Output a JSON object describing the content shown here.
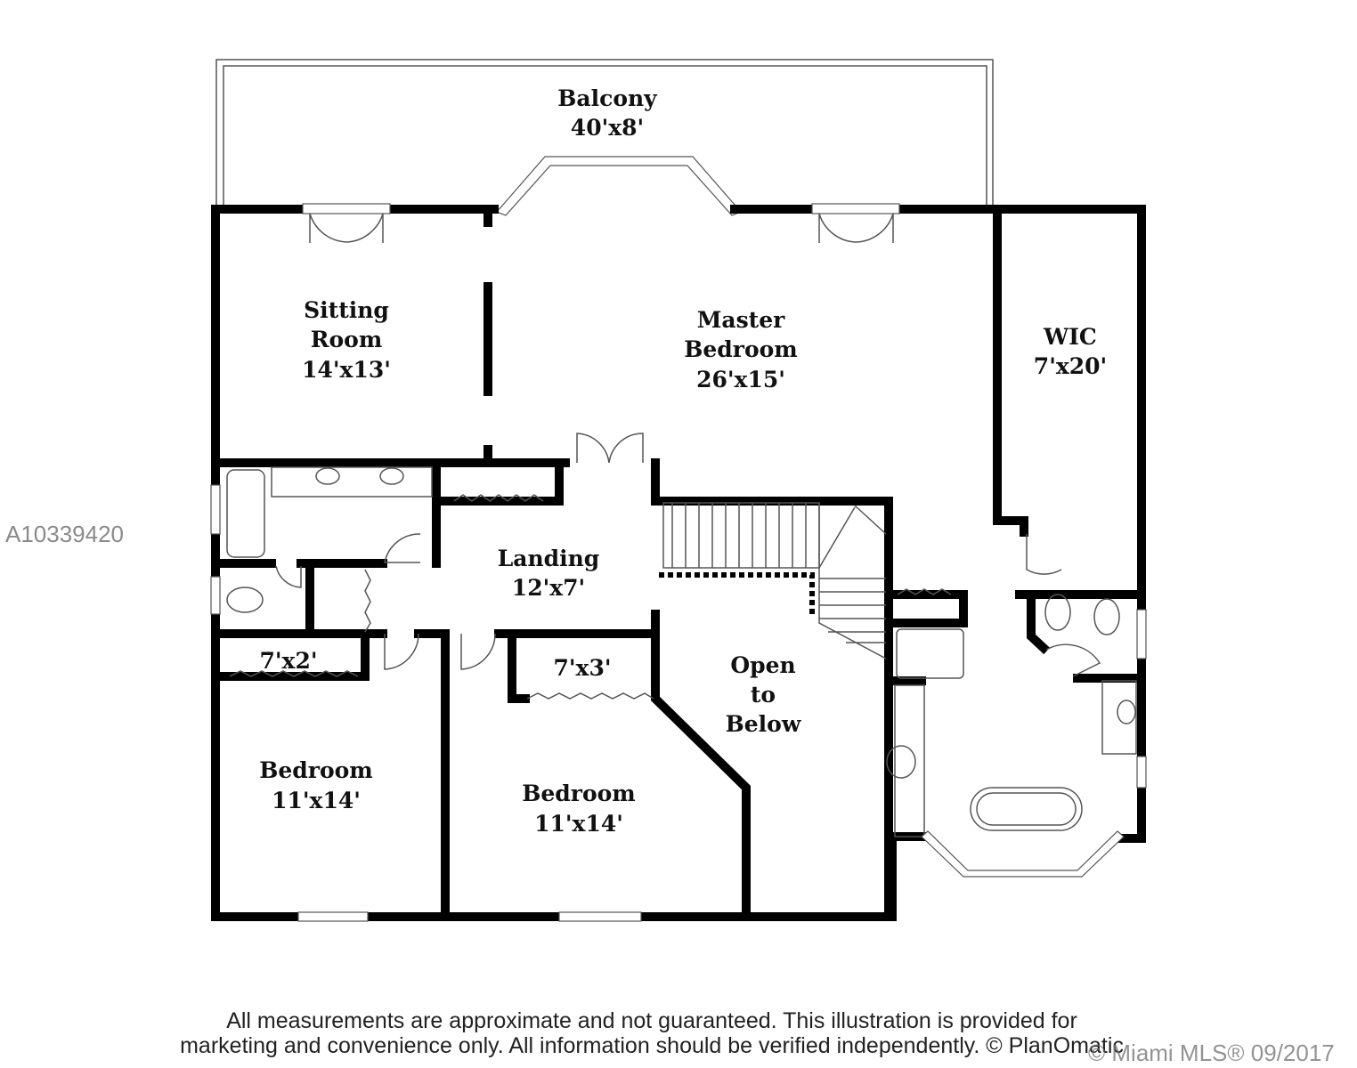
{
  "rooms": {
    "balcony": {
      "name": "Balcony",
      "size": "40'x8'"
    },
    "sitting_room": {
      "name1": "Sitting",
      "name2": "Room",
      "size": "14'x13'"
    },
    "master_bedroom": {
      "name1": "Master",
      "name2": "Bedroom",
      "size": "26'x15'"
    },
    "wic": {
      "name": "WIC",
      "size": "7'x20'"
    },
    "landing": {
      "name": "Landing",
      "size": "12'x7'"
    },
    "closet_left": {
      "size": "7'x2'"
    },
    "closet_mid": {
      "size": "7'x3'"
    },
    "open_to_below": {
      "line1": "Open",
      "line2": "to",
      "line3": "Below"
    },
    "bedroom_left": {
      "name": "Bedroom",
      "size": "11'x14'"
    },
    "bedroom_mid": {
      "name": "Bedroom",
      "size": "11'x14'"
    }
  },
  "footer": {
    "disclaimer_line1": "All measurements are approximate and not guaranteed. This illustration is provided for",
    "disclaimer_line2": "marketing and convenience only. All information should be verified independently. © PlanOmatic"
  },
  "watermark": {
    "mls_id": "A10339420",
    "copyright": "© Miami MLS® 09/2017"
  }
}
